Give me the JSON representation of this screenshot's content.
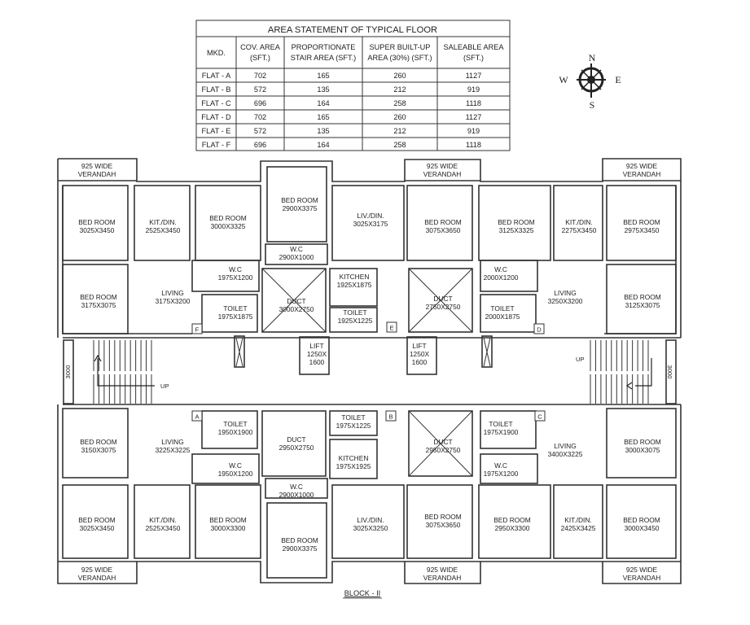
{
  "area_table": {
    "title": "AREA STATEMENT OF TYPICAL FLOOR",
    "headers": [
      [
        "MKD."
      ],
      [
        "COV. AREA",
        "(SFT.)"
      ],
      [
        "PROPORTIONATE",
        "STAIR AREA (SFT.)"
      ],
      [
        "SUPER BUILT-UP",
        "AREA (30%) (SFT.)"
      ],
      [
        "SALEABLE AREA",
        "(SFT.)"
      ]
    ],
    "rows": [
      [
        "FLAT - A",
        "702",
        "165",
        "260",
        "1127"
      ],
      [
        "FLAT - B",
        "572",
        "135",
        "212",
        "919"
      ],
      [
        "FLAT - C",
        "696",
        "164",
        "258",
        "1118"
      ],
      [
        "FLAT - D",
        "702",
        "165",
        "260",
        "1127"
      ],
      [
        "FLAT - E",
        "572",
        "135",
        "212",
        "919"
      ],
      [
        "FLAT - F",
        "696",
        "164",
        "258",
        "1118"
      ]
    ]
  },
  "compass": {
    "n": "N",
    "s": "S",
    "e": "E",
    "w": "W"
  },
  "rooms": [
    {
      "id": "verandah-top-left",
      "lines": [
        "925 WIDE",
        "VERANDAH"
      ]
    },
    {
      "id": "verandah-top-mid",
      "lines": [
        "925 WIDE",
        "VERANDAH"
      ]
    },
    {
      "id": "verandah-top-right",
      "lines": [
        "925 WIDE",
        "VERANDAH"
      ]
    },
    {
      "id": "f-bedroom-1",
      "lines": [
        "BED ROOM",
        "3025X3450"
      ]
    },
    {
      "id": "f-kitdin",
      "lines": [
        "KIT./DIN.",
        "2525X3450"
      ]
    },
    {
      "id": "f-bedroom-2",
      "lines": [
        "BED ROOM",
        "3000X3325"
      ]
    },
    {
      "id": "e-bedroom-1",
      "lines": [
        "BED ROOM",
        "2900X3375"
      ]
    },
    {
      "id": "e-livdin",
      "lines": [
        "LIV./DIN.",
        "3025X3175"
      ]
    },
    {
      "id": "e-bedroom-2",
      "lines": [
        "BED ROOM",
        "3075X3650"
      ]
    },
    {
      "id": "d-bedroom-1",
      "lines": [
        "BED ROOM",
        "3125X3325"
      ]
    },
    {
      "id": "d-kitdin",
      "lines": [
        "KIT./DIN.",
        "2275X3450"
      ]
    },
    {
      "id": "d-bedroom-2",
      "lines": [
        "BED ROOM",
        "2975X3450"
      ]
    },
    {
      "id": "e-wc",
      "lines": [
        "W.C",
        "2900X1000"
      ]
    },
    {
      "id": "f-wc",
      "lines": [
        "W.C",
        "1975X1200"
      ]
    },
    {
      "id": "e-duct",
      "lines": [
        "DUCT",
        "3000X2750"
      ]
    },
    {
      "id": "e-kitchen",
      "lines": [
        "KITCHEN",
        "1925X1875"
      ]
    },
    {
      "id": "d-duct",
      "lines": [
        "DUCT",
        "2750X2750"
      ]
    },
    {
      "id": "d-wc",
      "lines": [
        "W.C",
        "2000X1200"
      ]
    },
    {
      "id": "f-bedroom-3",
      "lines": [
        "BED ROOM",
        "3175X3075"
      ]
    },
    {
      "id": "f-living",
      "lines": [
        "LIVING",
        "3175X3200"
      ]
    },
    {
      "id": "f-toilet",
      "lines": [
        "TOILET",
        "1975X1875"
      ]
    },
    {
      "id": "e-toilet",
      "lines": [
        "TOILET",
        "1925X1225"
      ]
    },
    {
      "id": "d-toilet",
      "lines": [
        "TOILET",
        "2000X1875"
      ]
    },
    {
      "id": "d-living",
      "lines": [
        "LIVING",
        "3250X3200"
      ]
    },
    {
      "id": "d-bedroom-3",
      "lines": [
        "BED ROOM",
        "3125X3075"
      ]
    },
    {
      "id": "lift-left",
      "lines": [
        "LIFT",
        "1250X",
        "1600"
      ]
    },
    {
      "id": "lift-right",
      "lines": [
        "LIFT",
        "1250X",
        "1600"
      ]
    },
    {
      "id": "a-bedroom-1",
      "lines": [
        "BED ROOM",
        "3150X3075"
      ]
    },
    {
      "id": "a-living",
      "lines": [
        "LIVING",
        "3225X3225"
      ]
    },
    {
      "id": "a-toilet",
      "lines": [
        "TOILET",
        "1950X1900"
      ]
    },
    {
      "id": "b-duct",
      "lines": [
        "DUCT",
        "2950X2750"
      ]
    },
    {
      "id": "b-toilet",
      "lines": [
        "TOILET",
        "1975X1225"
      ]
    },
    {
      "id": "c-duct",
      "lines": [
        "DUCT",
        "2950X2750"
      ]
    },
    {
      "id": "c-toilet",
      "lines": [
        "TOILET",
        "1975X1900"
      ]
    },
    {
      "id": "c-living",
      "lines": [
        "LIVING",
        "3400X3225"
      ]
    },
    {
      "id": "c-bedroom-1",
      "lines": [
        "BED ROOM",
        "3000X3075"
      ]
    },
    {
      "id": "a-wc",
      "lines": [
        "W.C",
        "1950X1200"
      ]
    },
    {
      "id": "b-kitchen",
      "lines": [
        "KITCHEN",
        "1975X1925"
      ]
    },
    {
      "id": "c-wc",
      "lines": [
        "W.C",
        "1975X1200"
      ]
    },
    {
      "id": "b-wc",
      "lines": [
        "W.C",
        "2900X1000"
      ]
    },
    {
      "id": "a-bedroom-2",
      "lines": [
        "BED ROOM",
        "3025X3450"
      ]
    },
    {
      "id": "a-kitdin",
      "lines": [
        "KIT./DIN.",
        "2525X3450"
      ]
    },
    {
      "id": "a-bedroom-3",
      "lines": [
        "BED ROOM",
        "3000X3300"
      ]
    },
    {
      "id": "b-livdin",
      "lines": [
        "LIV./DIN.",
        "3025X3250"
      ]
    },
    {
      "id": "b-bedroom-1",
      "lines": [
        "BED ROOM",
        "3075X3650"
      ]
    },
    {
      "id": "c-bedroom-2",
      "lines": [
        "BED ROOM",
        "2950X3300"
      ]
    },
    {
      "id": "c-kitdin",
      "lines": [
        "KIT./DIN.",
        "2425X3425"
      ]
    },
    {
      "id": "c-bedroom-3",
      "lines": [
        "BED ROOM",
        "3000X3450"
      ]
    },
    {
      "id": "b-bedroom-2",
      "lines": [
        "BED ROOM",
        "2900X3375"
      ]
    },
    {
      "id": "verandah-bot-left",
      "lines": [
        "925 WIDE",
        "VERANDAH"
      ]
    },
    {
      "id": "verandah-bot-mid",
      "lines": [
        "925 WIDE",
        "VERANDAH"
      ]
    },
    {
      "id": "verandah-bot-right",
      "lines": [
        "925 WIDE",
        "VERANDAH"
      ]
    }
  ],
  "flat_markers": {
    "f": "F",
    "e": "E",
    "d": "D",
    "a": "A",
    "b": "B",
    "c": "C"
  },
  "stairs": {
    "left_up": "UP",
    "right_up": "UP",
    "left_dim": "3000",
    "right_dim": "3000"
  },
  "block_caption": "BLOCK - II"
}
